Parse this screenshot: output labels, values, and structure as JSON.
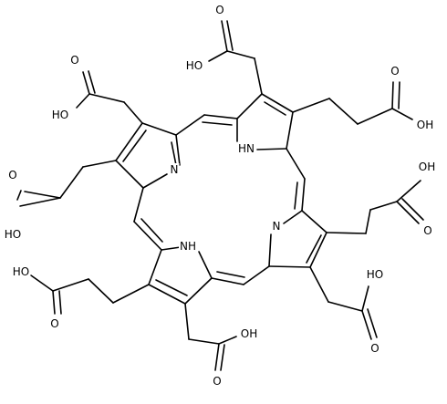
{
  "colors": {
    "background": "#ffffff",
    "ink": "#000000"
  },
  "labels": {
    "ring_n_top_left": "N",
    "ring_nh_top_right": "HN",
    "ring_n_right": "N",
    "ring_nh_bottom_left": "NH",
    "cooh_top_center_oh": "HO",
    "cooh_top_center_o": "O",
    "cooh_top_right_o": "O",
    "cooh_top_right_oh": "OH",
    "cooh_upper_left_o": "O",
    "cooh_upper_left_oh": "HO",
    "cooh_left_o": "O",
    "cooh_left_oh": "HO",
    "cooh_right_oh": "OH",
    "cooh_right_o": "O",
    "cooh_lower_right_oh": "HO",
    "cooh_lower_right_o": "O",
    "cooh_lower_left_oh": "HO",
    "cooh_lower_left_o": "O",
    "cooh_bottom_oh": "OH",
    "cooh_bottom_o": "O"
  }
}
